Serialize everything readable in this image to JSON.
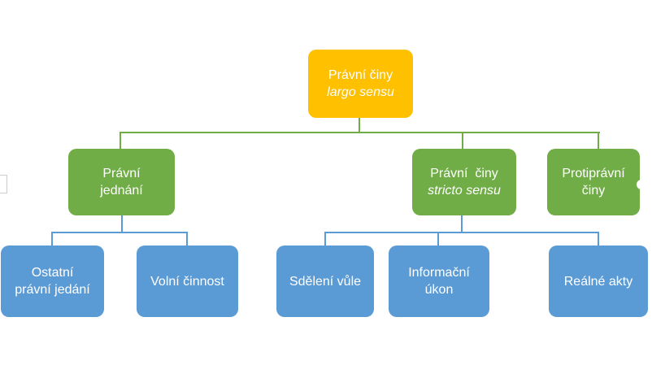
{
  "diagram": {
    "type": "hierarchy-org-chart",
    "levels": 3,
    "colors": {
      "root_fill": "#FFC000",
      "level2_fill": "#70AD47",
      "level3_fill": "#5B9BD5",
      "connector_green": "#70AD47",
      "connector_blue": "#5B9BD5",
      "text": "#FFFFFF",
      "background": "#FFFFFF"
    }
  },
  "nodes": {
    "root": {
      "line1": "Právní činy",
      "line2": "largo sensu",
      "style": "italic-line2",
      "level": 1
    },
    "pravni_jednani": {
      "line1": "Právní",
      "line2": "jednání",
      "level": 2
    },
    "pravni_stricto": {
      "line1": "Právní  činy",
      "line2": "stricto sensu",
      "style": "italic-line2",
      "level": 2
    },
    "protipravni": {
      "line1": "Protiprávní",
      "line2": "činy",
      "level": 2
    },
    "ostatni": {
      "line1": "Ostatní",
      "line2": "právní jedání",
      "level": 3
    },
    "volni": {
      "line1": "Volní činnost",
      "level": 3
    },
    "sdeleni": {
      "line1": "Sdělení vůle",
      "level": 3
    },
    "informacni": {
      "line1": "Informační",
      "line2": "úkon",
      "level": 3
    },
    "realne": {
      "line1": "Reálné akty",
      "level": 3
    }
  },
  "edges": [
    {
      "from": "root",
      "to": "pravni_jednani"
    },
    {
      "from": "root",
      "to": "pravni_stricto"
    },
    {
      "from": "root",
      "to": "protipravni"
    },
    {
      "from": "pravni_jednani",
      "to": "ostatni"
    },
    {
      "from": "pravni_jednani",
      "to": "volni"
    },
    {
      "from": "pravni_stricto",
      "to": "sdeleni"
    },
    {
      "from": "pravni_stricto",
      "to": "informacni"
    },
    {
      "from": "pravni_stricto",
      "to": "realne"
    }
  ]
}
